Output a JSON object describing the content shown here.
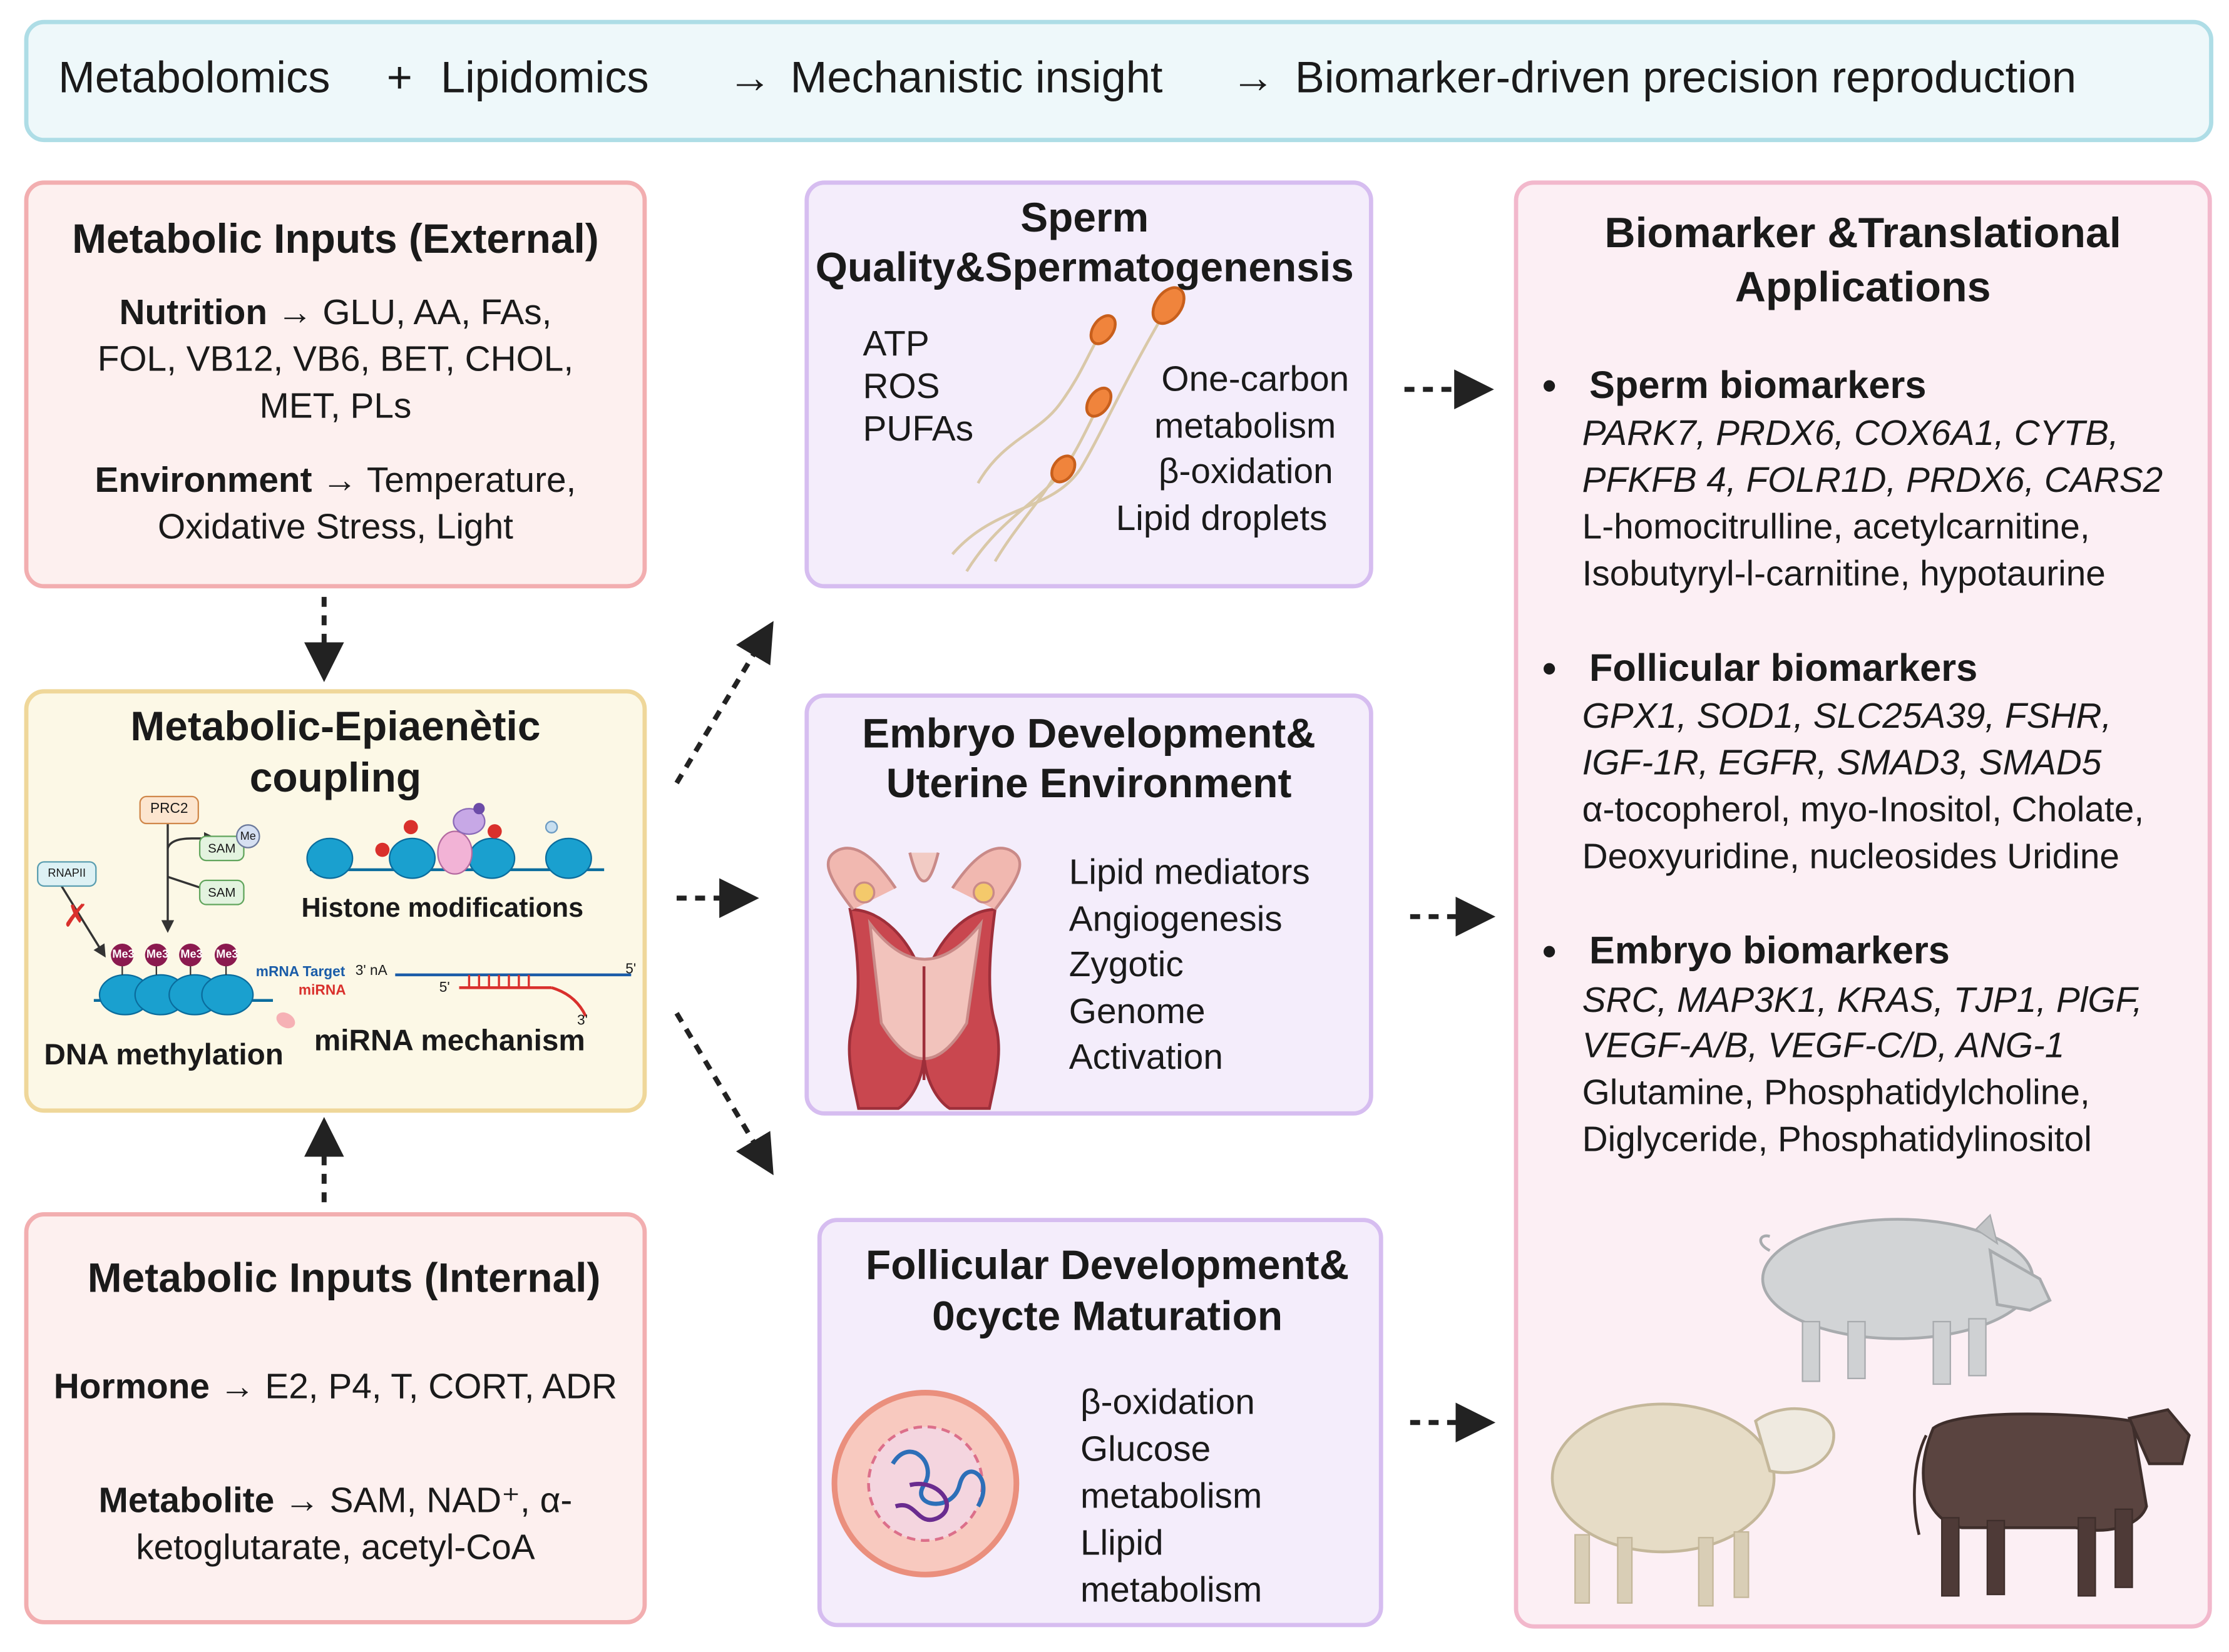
{
  "header": {
    "a": "Metabolomics",
    "plus": "+",
    "b": "Lipidomics",
    "arrow1": "→",
    "c": "Mechanistic insight",
    "arrow2": "→",
    "d": "Biomarker-driven precision reproduction"
  },
  "external": {
    "title": "Metabolic Inputs (External)",
    "nutrition_label": "Nutrition",
    "nutrition_l1": "→ GLU, AA, FAs,",
    "nutrition_l2": "FOL, VB12, VB6, BET, CHOL,",
    "nutrition_l3": "MET, PLs",
    "env_label": "Environment",
    "env_l1": "→ Temperature,",
    "env_l2": "Oxidative Stress, Light"
  },
  "coupling": {
    "title_l1": "Metabolic-Epiaenètic",
    "title_l2": "coupling",
    "prc2": "PRC2",
    "sam1": "SAM",
    "sam2": "SAM",
    "me": "Me",
    "rnapii": "RNAPII",
    "me3": "Me3",
    "histone_label": "Histone modifications",
    "mrna_target": "mRNA Target",
    "mirna": "miRNA",
    "three_prime_a": "3' nA",
    "five_prime1": "5'",
    "five_prime2": "5'",
    "three_prime2": "3'",
    "dna_label": "DNA methylation",
    "mirna_label": "miRNA mechanism"
  },
  "internal": {
    "title": "Metabolic Inputs (Internal)",
    "hormone_label": "Hormone",
    "hormone_text": "→ E2, P4, T, CORT, ADR",
    "metabolite_label": "Metabolite",
    "metabolite_l1": "→ SAM, NAD⁺, α-",
    "metabolite_l2": "ketoglutarate, acetyl-CoA"
  },
  "sperm": {
    "title_l1": "Sperm",
    "title_l2": "Quality&Spermatogenensis",
    "left": [
      "ATP",
      "ROS",
      "PUFAs"
    ],
    "right": [
      "One-carbon",
      "metabolism",
      "β-oxidation",
      "Lipid droplets"
    ]
  },
  "embryo": {
    "title_l1": "Embryo Development&",
    "title_l2": "Uterine Environment",
    "items": [
      "Lipid mediators",
      "Angiogenesis",
      "Zygotic",
      "Genome",
      "Activation"
    ]
  },
  "follicular": {
    "title_l1": "Follicular Development&",
    "title_l2": "0cycte Maturation",
    "items": [
      "β-oxidation",
      "Glucose",
      "metabolism",
      "Llipid",
      "metabolism"
    ]
  },
  "biomarkers": {
    "title_l1": "Biomarker &Translational",
    "title_l2": "Applications",
    "bullet": "•",
    "sperm_head": "Sperm biomarkers",
    "sperm_genes_l1": "PARK7, PRDX6, COX6A1, CYTB,",
    "sperm_genes_l2": "PFKFB 4, FOLR1D, PRDX6, CARS2",
    "sperm_mets_l1": "L-homocitrulline, acetylcarnitine,",
    "sperm_mets_l2": "Isobutyryl-l-carnitine, hypotaurine",
    "foll_head": "Follicular biomarkers",
    "foll_genes_l1": "GPX1, SOD1, SLC25A39, FSHR,",
    "foll_genes_l2": "IGF-1R,  EGFR,  SMAD3, SMAD5",
    "foll_mets_l1": "α-tocopherol, myo-Inositol, Cholate,",
    "foll_mets_l2": "Deoxyuridine, nucleosides Uridine",
    "emb_head": "Embryo biomarkers",
    "emb_genes_l1": "SRC, MAP3K1, KRAS, TJP1, PlGF,",
    "emb_genes_l2": "VEGF-A/B, VEGF-C/D, ANG-1",
    "emb_mets_l1": "Glutamine, Phosphatidylcholine,",
    "emb_mets_l2": "Diglyceride, Phosphatidylinositol"
  },
  "colors": {
    "arrow": "#222222",
    "nucleosome": "#1aa0cf",
    "me3_bead": "#8b1a4f",
    "pig": "#d2d4d6",
    "sheep": "#e6dcc6",
    "cow": "#5a4440"
  }
}
